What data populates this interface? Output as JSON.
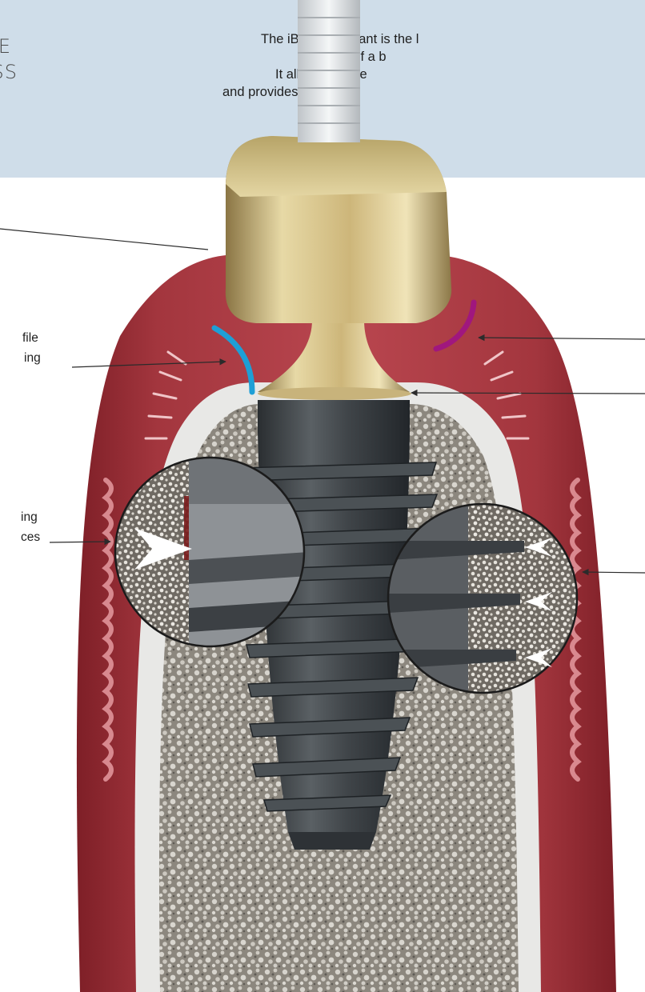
{
  "header": {
    "title_line_1": "E",
    "title_line_2": "SS",
    "intro_lines": [
      "The iBone® implant is the l",
      "It is part of a b",
      "It allows the cre",
      "and provides the imp"
    ]
  },
  "callouts": {
    "left_top_line_1": "file",
    "left_top_line_2": "ing",
    "left_bottom_line_1": "ing",
    "left_bottom_line_2": "ces"
  },
  "colors": {
    "banner": "#cfdde9",
    "gum": "#a3363e",
    "gum_highlight": "#d97a82",
    "bone_cortical": "#e8e8e6",
    "bone_trabecular": "#8c877e",
    "abutment_gold": "#d9c48a",
    "implant_grey": "#3f4448",
    "marker_blue": "#1e9fd6",
    "marker_purple": "#a0177e",
    "bone_new_growth": "#7a1c1c"
  },
  "icons": [
    "arrow-right-icon",
    "arrow-left-icon",
    "chevron-arrowhead-icon"
  ]
}
